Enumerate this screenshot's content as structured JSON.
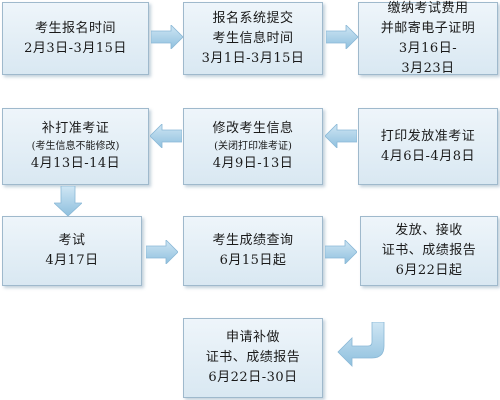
{
  "steps": [
    {
      "title": "考生报名时间",
      "date": "2月3日-3月15日"
    },
    {
      "title": "报名系统提交",
      "title2": "考生信息时间",
      "date": "3月1日-3月15日"
    },
    {
      "title": "缴纳考试费用",
      "title2": "并邮寄电子证明",
      "date": "3月16日-",
      "date2": "3月23日"
    },
    {
      "title": "打印发放准考证",
      "date": "4月6日-4月8日"
    },
    {
      "title": "修改考生信息",
      "note": "(关闭打印准考证)",
      "date": "4月9日-13日"
    },
    {
      "title": "补打准考证",
      "note": "(考生信息不能修改)",
      "date": "4月13日-14日"
    },
    {
      "title": "考试",
      "date": "4月17日"
    },
    {
      "title": "考生成绩查询",
      "date": "6月15日起"
    },
    {
      "title": "发放、接收",
      "title2": "证书、成绩报告",
      "date": "6月22日起"
    },
    {
      "title": "申请补做",
      "title2": "证书、成绩报告",
      "date": "6月22日-30日"
    }
  ],
  "colors": {
    "box_top": "#eef5fa",
    "box_bottom": "#d9e8f2",
    "border": "#9fb9cc",
    "arrow": "#a9cfe6"
  }
}
